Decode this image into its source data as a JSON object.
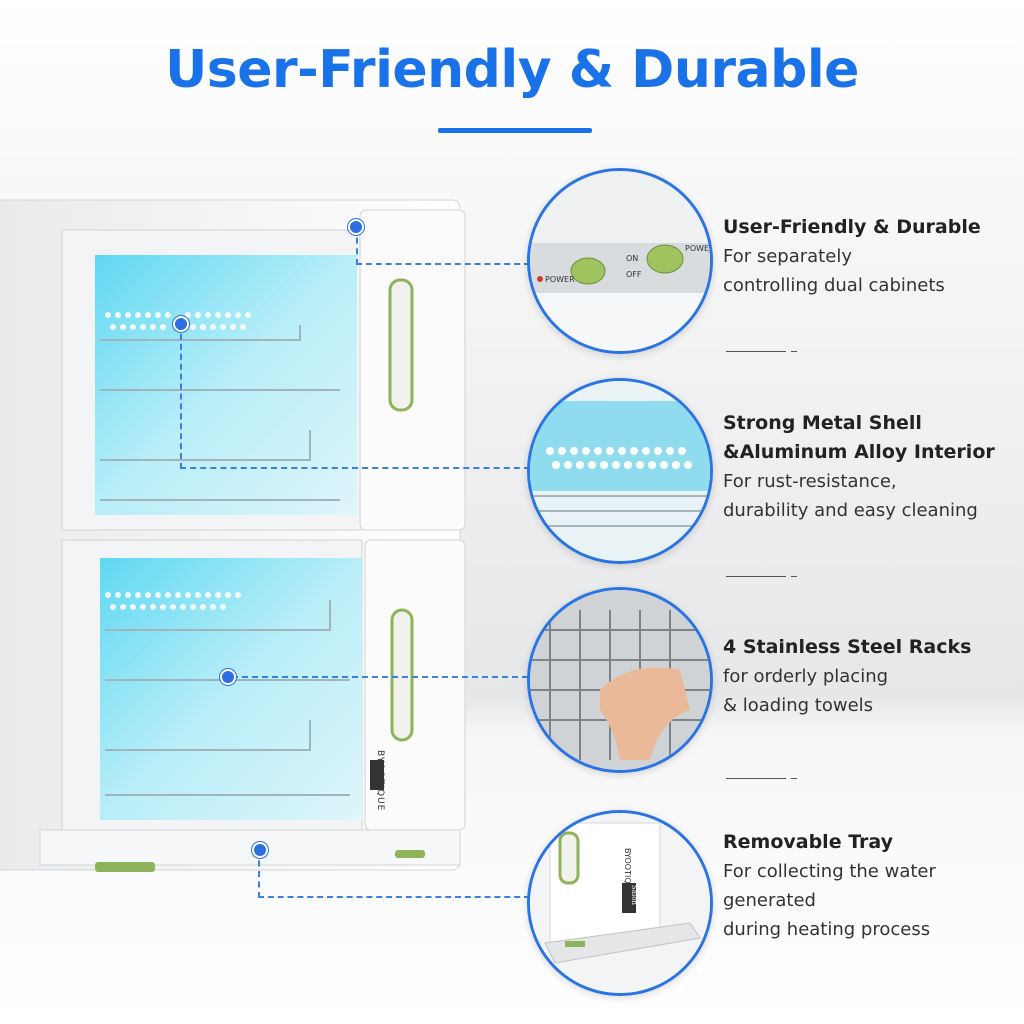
{
  "headline": "User-Friendly & Durable",
  "colors": {
    "accent": "#1a72e8",
    "uv_glow": "#7fe6f7",
    "handle_green": "#8fb35a"
  },
  "product": {
    "brand_label": "BYOOTIQUE",
    "brand_script": "Salon"
  },
  "features": [
    {
      "title": "User-Friendly & Durable",
      "description": "For separately\ncontrolling dual cabinets",
      "detail": {
        "power_left": "POWER",
        "on": "ON",
        "off": "OFF",
        "power_right": "POWER"
      }
    },
    {
      "title": "Strong Metal Shell\n&Aluminum Alloy Interior",
      "description": "For rust-resistance,\ndurability and easy cleaning"
    },
    {
      "title": "4 Stainless Steel Racks",
      "description": "for orderly placing\n& loading towels"
    },
    {
      "title": "Removable Tray",
      "description": "For collecting the water\ngenerated\nduring heating process",
      "detail": {
        "brand_label": "BYOOTIQUE",
        "brand_script": "Salon"
      }
    }
  ]
}
